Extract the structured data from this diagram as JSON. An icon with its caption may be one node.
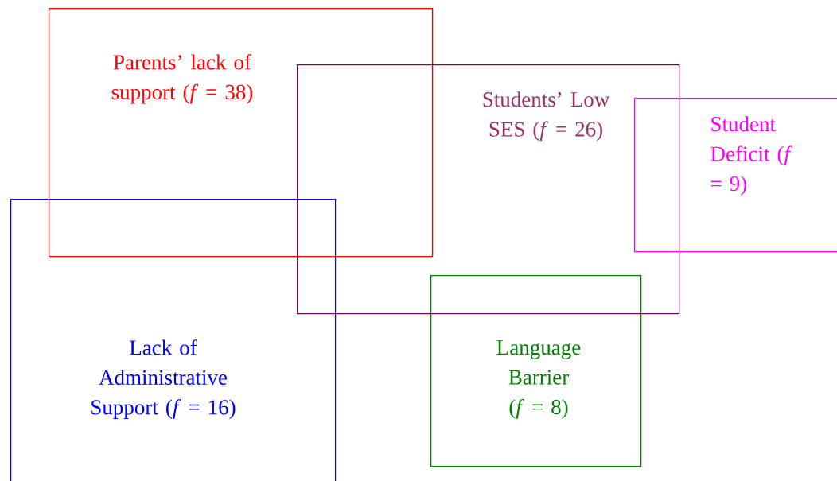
{
  "diagram": {
    "nodes": [
      {
        "text": [
          "Parents’ lack of support (*f* = 38)"
        ]
      },
      {
        "text": [
          "Students’ Low SES (*f* = 26)"
        ]
      },
      {
        "text": [
          "Student Deficit (*f* = 9)"
        ]
      },
      {
        "text": [
          "Lack of Administrative Support (*f* = 16)"
        ]
      },
      {
        "text": [
          "Language Barrier (*f* = 8)"
        ]
      }
    ]
  }
}
